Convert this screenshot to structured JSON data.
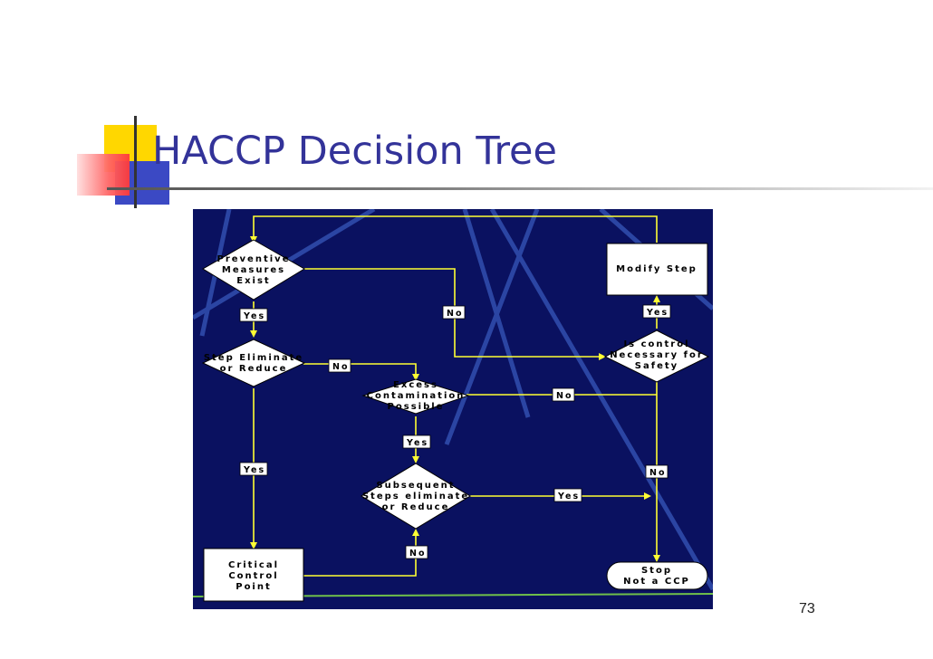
{
  "slide": {
    "title": "HACCP Decision Tree",
    "page_number": "73"
  },
  "nodes": {
    "preventive_measures": [
      "Preventive",
      "Measures",
      "Exist"
    ],
    "step_eliminate": [
      "Step Eliminate",
      "or Reduce"
    ],
    "excess_contamination": [
      "Excess",
      "Contamination",
      "Possible"
    ],
    "subsequent_steps": [
      "Subsequent",
      "Steps eliminate",
      "or Reduce"
    ],
    "critical_control_point": [
      "Critical",
      "Control",
      "Point"
    ],
    "modify_step": [
      "Modify Step"
    ],
    "is_control_necessary": [
      "Is control",
      "Necessary for",
      "Safety"
    ],
    "stop_not_ccp": [
      "Stop",
      "Not a CCP"
    ]
  },
  "edge_labels": {
    "pm_yes": "Yes",
    "pm_no": "No",
    "se_no": "No",
    "se_yes": "Yes",
    "ec_no": "No",
    "ec_yes": "Yes",
    "ss_yes": "Yes",
    "ss_no": "No",
    "ic_yes": "Yes",
    "ic_no": "No"
  },
  "colors": {
    "title": "#333399",
    "diagram_background": "#0a1160",
    "connector": "#ffff33",
    "node_fill": "#ffffff"
  }
}
